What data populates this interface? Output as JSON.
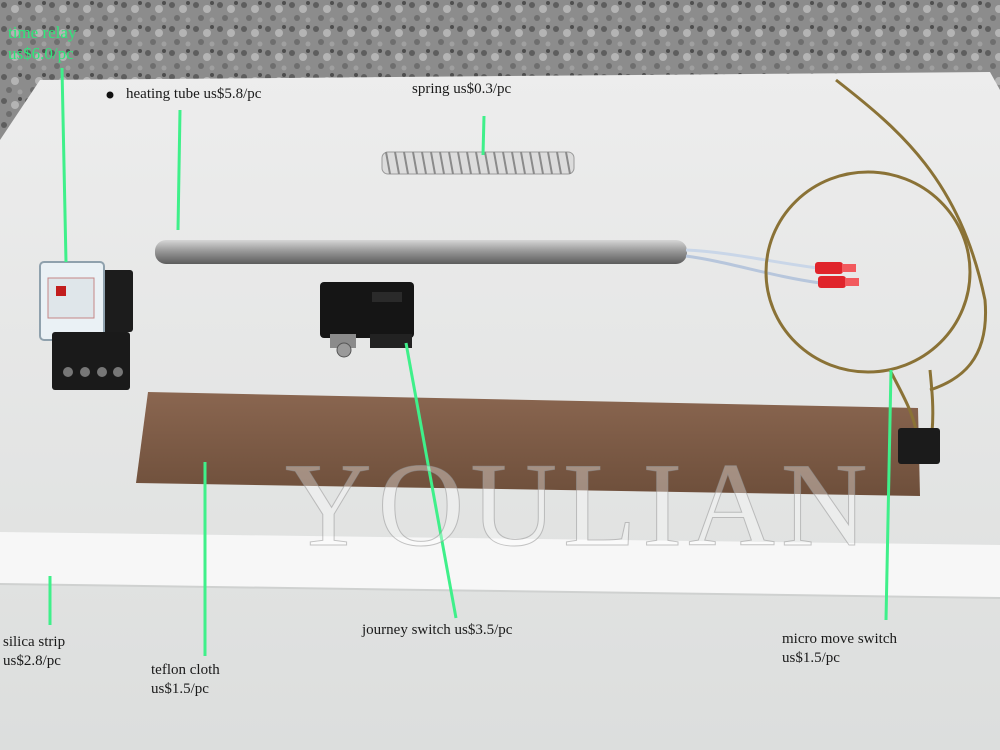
{
  "labels": {
    "time_relay": {
      "line1": "time relay",
      "line2": "us$6.0/pc"
    },
    "heating_tube": "heating tube us$5.8/pc",
    "spring": "spring us$0.3/pc",
    "silica_strip": {
      "line1": "silica strip",
      "line2": "us$2.8/pc"
    },
    "teflon_cloth": {
      "line1": "teflon cloth",
      "line2": "us$1.5/pc"
    },
    "journey_switch": "journey switch us$3.5/pc",
    "micro_move_switch": {
      "line1": "micro move switch",
      "line2": "us$1.5/pc"
    }
  },
  "watermark": "YOULIAN",
  "colors": {
    "pointer": "#3ff08a",
    "label_green": "#2ee87a",
    "board": "#e6e8e6",
    "teflon": "#7d5a44"
  }
}
